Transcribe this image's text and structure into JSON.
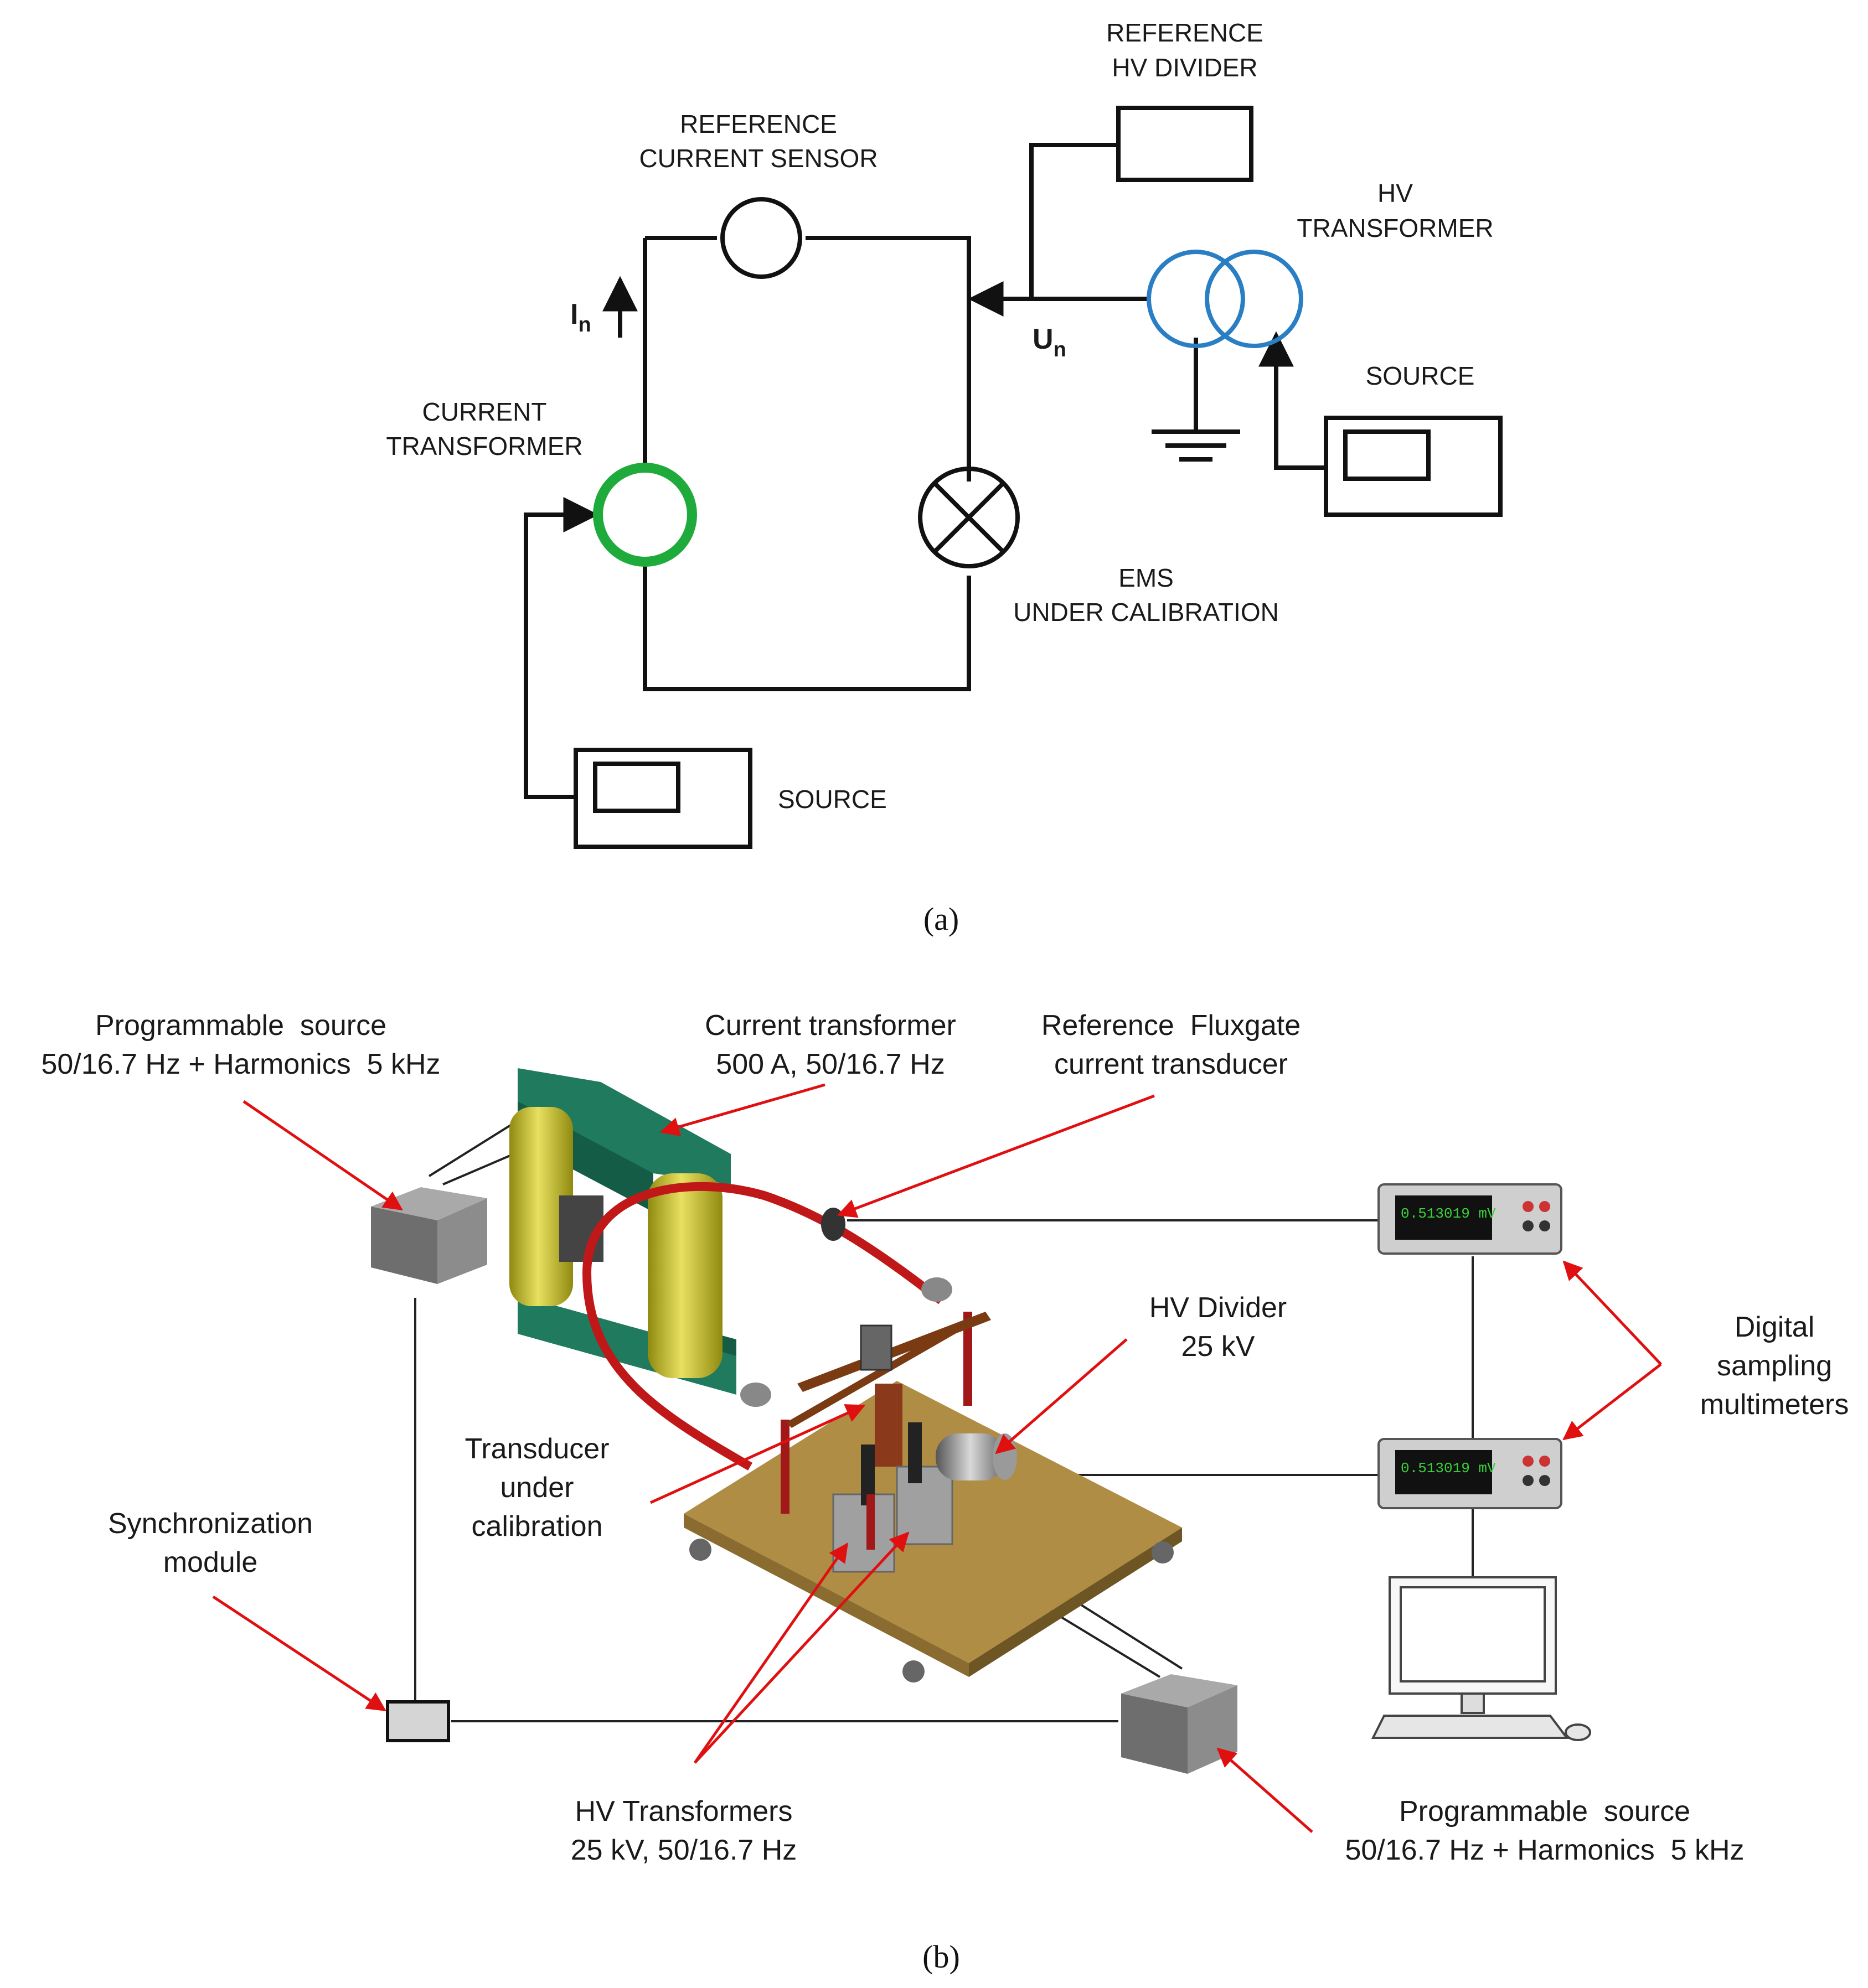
{
  "panel_a": {
    "caption": "(a)",
    "ref_hv_divider": [
      "REFERENCE",
      "HV DIVIDER"
    ],
    "ref_current_sensor": [
      "REFERENCE",
      "CURRENT SENSOR"
    ],
    "hv_transformer": [
      "HV",
      "TRANSFORMER"
    ],
    "source_right": "SOURCE",
    "current_transformer": [
      "CURRENT",
      "TRANSFORMER"
    ],
    "ems": [
      "EMS",
      "UNDER CALIBRATION"
    ],
    "source_bottom": "SOURCE",
    "current_symbol": "I",
    "current_sub": "n",
    "voltage_symbol": "U",
    "voltage_sub": "n"
  },
  "panel_b": {
    "caption": "(b)",
    "prog_source_top": [
      "Programmable  source",
      "50/16.7 Hz + Harmonics  5 kHz"
    ],
    "current_transformer": [
      "Current transformer",
      "500 A, 50/16.7 Hz"
    ],
    "fluxgate": [
      "Reference  Fluxgate",
      "current transducer"
    ],
    "hv_divider": [
      "HV Divider",
      "25 kV"
    ],
    "digital_multimeters": [
      "Digital",
      "sampling",
      "multimeters"
    ],
    "transducer": [
      "Transducer",
      "under",
      "calibration"
    ],
    "sync_module": [
      "Synchronization",
      "module"
    ],
    "hv_transformers": [
      "HV Transformers",
      "25 kV, 50/16.7 Hz"
    ],
    "prog_source_bottom": [
      "Programmable  source",
      "50/16.7 Hz + Harmonics  5 kHz"
    ],
    "dmm_reading": "0.513019 mV"
  },
  "colors": {
    "ct_ring": "#1faa3c",
    "hv_rings": "#2a7fc4",
    "red_arrows": "#e01010",
    "core_green": "#1f7a5e",
    "coil_yellow": "#b8b020",
    "table_wood": "#b08d45",
    "cable_red": "#c01818"
  }
}
